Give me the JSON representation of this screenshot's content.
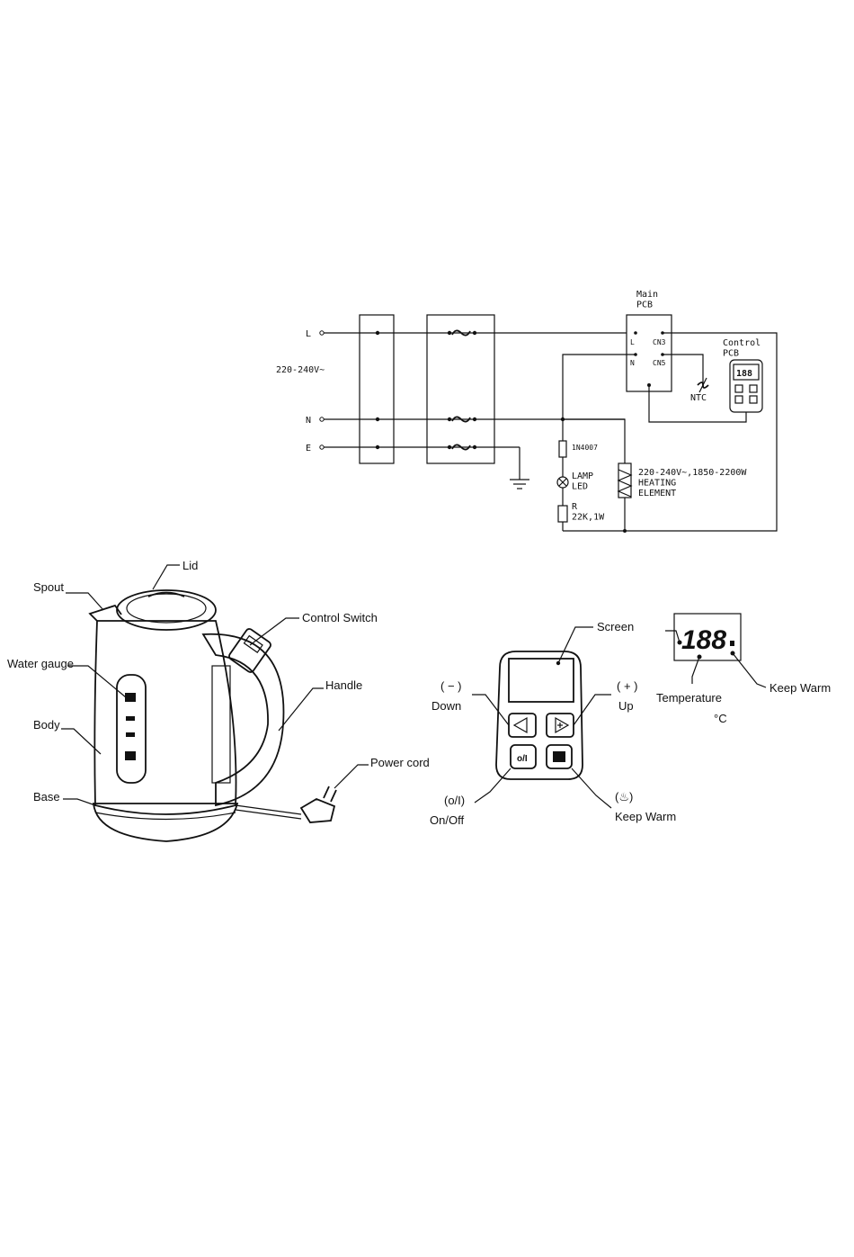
{
  "schematic": {
    "line_L": "L",
    "line_N": "N",
    "line_E": "E",
    "supply_voltage": "220-240V~",
    "main_pcb": "Main\nPCB",
    "main_pcb_pin_L": "L",
    "main_pcb_pin_N": "N",
    "main_pcb_pin_cn3": "CN3",
    "main_pcb_pin_cn5": "CN5",
    "control_pcb": "Control\nPCB",
    "control_display": "188",
    "ntc": "NTC",
    "diode": "1N4007",
    "lamp_led": "LAMP\nLED",
    "resistor": "R\n22K,1W",
    "heating_element": "220-240V~,1850-2200W\nHEATING\nELEMENT"
  },
  "kettle_parts": {
    "lid": "Lid",
    "spout": "Spout",
    "control_switch": "Control Switch",
    "water_gauge": "Water gauge",
    "handle": "Handle",
    "body": "Body",
    "power_cord": "Power cord",
    "base": "Base"
  },
  "control_panel": {
    "screen": "Screen",
    "down_symbol": "( − )",
    "down": "Down",
    "up_symbol": "( + )",
    "up": "Up",
    "onoff_symbol": "(o/I)",
    "onoff": "On/Off",
    "keepwarm_symbol": "(♨)",
    "keepwarm": "Keep Warm",
    "onoff_button_text": "o/I",
    "display_digits": "188",
    "temperature": "Temperature",
    "temp_unit": "°C",
    "keep_warm_indicator": "Keep Warm"
  },
  "colors": {
    "line": "#111111",
    "background": "#ffffff"
  }
}
